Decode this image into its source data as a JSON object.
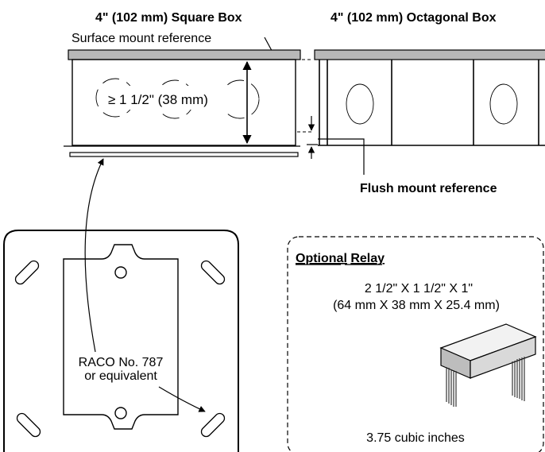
{
  "titles": {
    "square_box": "4\" (102 mm) Square Box",
    "octagonal_box": "4\" (102 mm) Octagonal Box"
  },
  "labels": {
    "surface_mount": "Surface mount reference",
    "flush_mount": "Flush mount reference",
    "depth": "≥ 1 1/2\" (38 mm)",
    "raco_line1": "RACO No. 787",
    "raco_line2": "or equivalent"
  },
  "relay": {
    "heading_part1": "Optional",
    "heading_part2": "Relay",
    "dims_imperial": "2 1/2\" X 1 1/2\" X 1\"",
    "dims_metric": "(64 mm X 38 mm X  25.4 mm)",
    "volume": "3.75 cubic inches"
  }
}
